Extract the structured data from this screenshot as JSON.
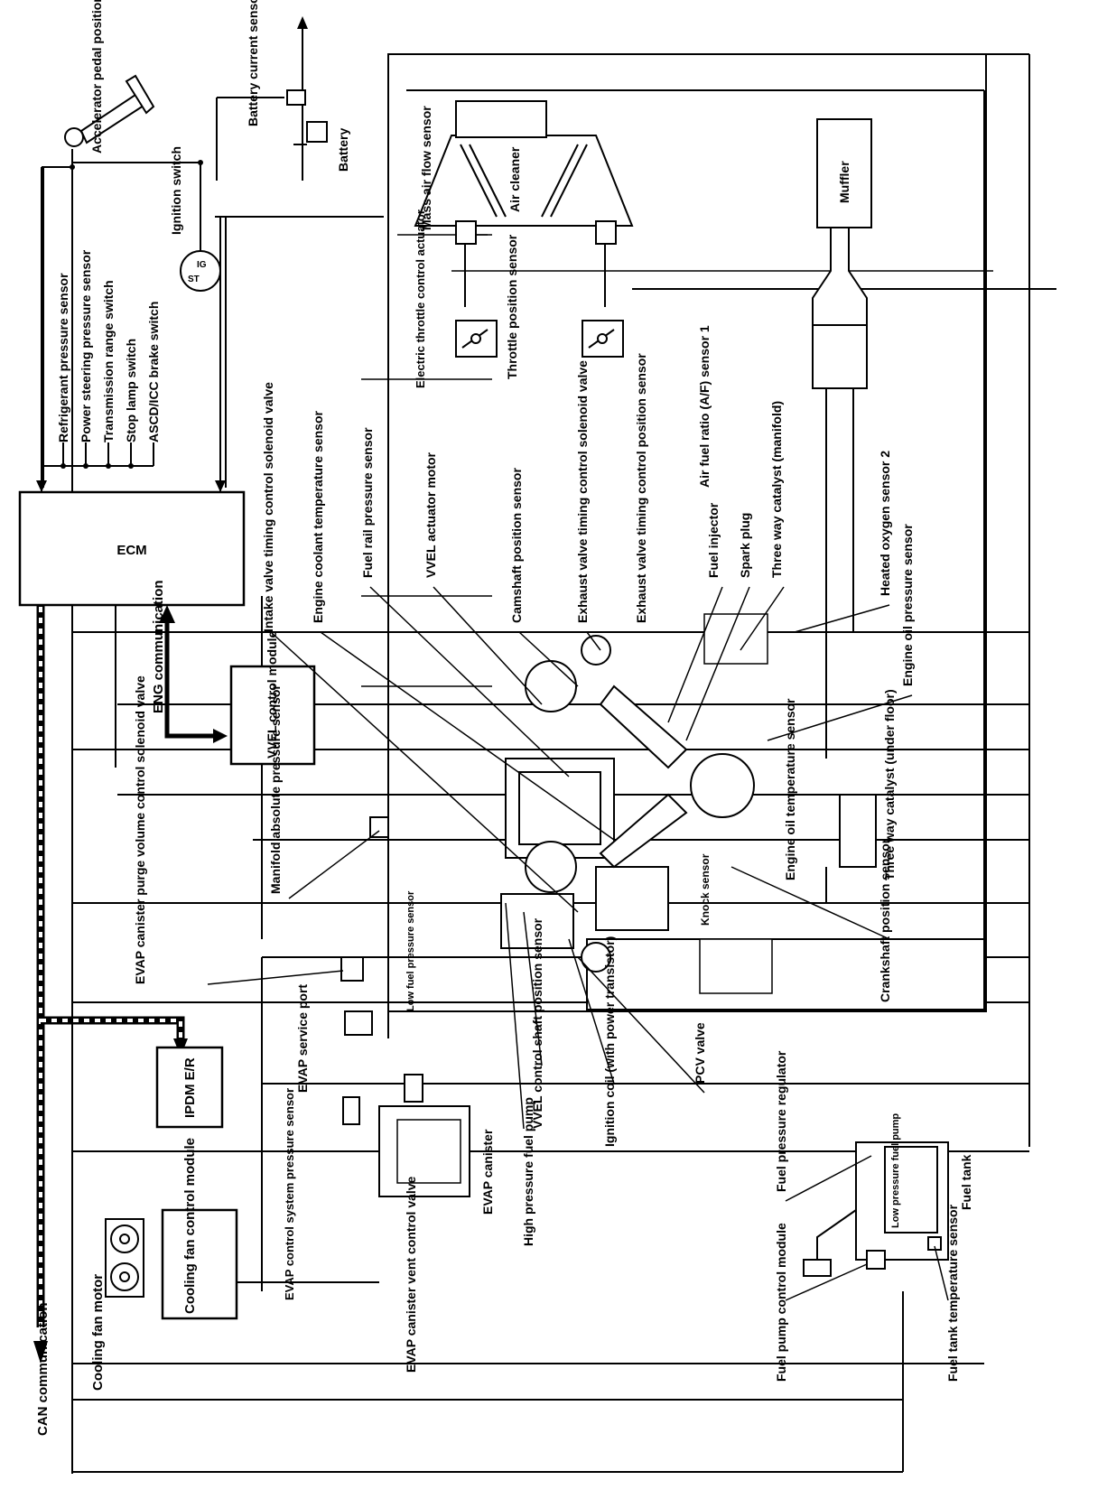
{
  "labels": {
    "can_communication": "CAN communication",
    "cooling_fan_motor": "Cooling fan motor",
    "cooling_fan_control_module": "Cooling fan control module",
    "ipdm": "IPDM E/R",
    "ecm": "ECM",
    "eng_communication": "ENG communication",
    "vvel_control_module": "VVEL control module",
    "accelerator_pedal_position_sensor": "Accelerator pedal position sensor",
    "battery_current_sensor": "Battery current sensor",
    "battery": "Battery",
    "ignition_switch": "Ignition switch",
    "ig_st": "IG ST",
    "refrigerant_pressure_sensor": "Refrigerant pressure sensor",
    "power_steering_pressure_sensor": "Power steering pressure sensor",
    "transmission_range_switch": "Transmission range switch",
    "stop_lamp_switch": "Stop lamp switch",
    "ascd_icc_brake_switch": "ASCD/ICC brake switch",
    "intake_valve_timing_control_solenoid_valve": "Intake valve timing control solenoid valve",
    "engine_coolant_temperature_sensor": "Engine coolant temperature sensor",
    "fuel_rail_pressure_sensor": "Fuel rail pressure sensor",
    "vvel_actuator_motor": "VVEL actuator motor",
    "camshaft_position_sensor": "Camshaft position sensor",
    "exhaust_valve_timing_control_solenoid_valve": "Exhaust valve timing control solenoid valve",
    "exhaust_valve_timing_control_position_sensor": "Exhaust valve timing control position sensor",
    "air_fuel_ratio_sensor_1": "Air fuel ratio (A/F) sensor 1",
    "fuel_injector": "Fuel injector",
    "spark_plug": "Spark plug",
    "three_way_catalyst_manifold": "Three way catalyst (manifold)",
    "heated_oxygen_sensor_2": "Heated oxygen sensor 2",
    "engine_oil_pressure_sensor": "Engine oil pressure sensor",
    "mass_air_flow_sensor": "Mass air flow sensor",
    "air_cleaner": "Air cleaner",
    "muffler": "Muffler",
    "electric_throttle_control_actuator": "Electric throttle control actuator",
    "throttle_position_sensor": "Throttle position sensor",
    "manifold_absolute_pressure_sensor": "Manifold absolute pressure sensor",
    "evap_canister_purge_volume_control_solenoid_valve": "EVAP canister purge volume control solenoid valve",
    "evap_service_port": "EVAP service port",
    "evap_control_system_pressure_sensor": "EVAP control system pressure sensor",
    "evap_canister": "EVAP canister",
    "evap_canister_vent_control_valve": "EVAP canister vent control valve",
    "low_fuel_pressure_sensor": "Low fuel pressure sensor",
    "high_pressure_fuel_pump": "High pressure fuel pump",
    "vvel_control_shaft_position_sensor": "VVEL control shaft position sensor",
    "ignition_coil": "Ignition coil (with power transistor)",
    "pcv_valve": "PCV valve",
    "knock_sensor": "Knock sensor",
    "crankshaft_position_sensor": "Crankshaft position sensor",
    "engine_oil_temperature_sensor": "Engine oil temperature sensor",
    "three_way_catalyst_under_floor": "Three way catalyst (under floor)",
    "fuel_pressure_regulator": "Fuel pressure regulator",
    "low_pressure_fuel_pump": "Low pressure fuel pump",
    "fuel_tank": "Fuel tank",
    "fuel_pump_control_module": "Fuel pump control module",
    "fuel_tank_temperature_sensor": "Fuel tank temperature sensor"
  }
}
